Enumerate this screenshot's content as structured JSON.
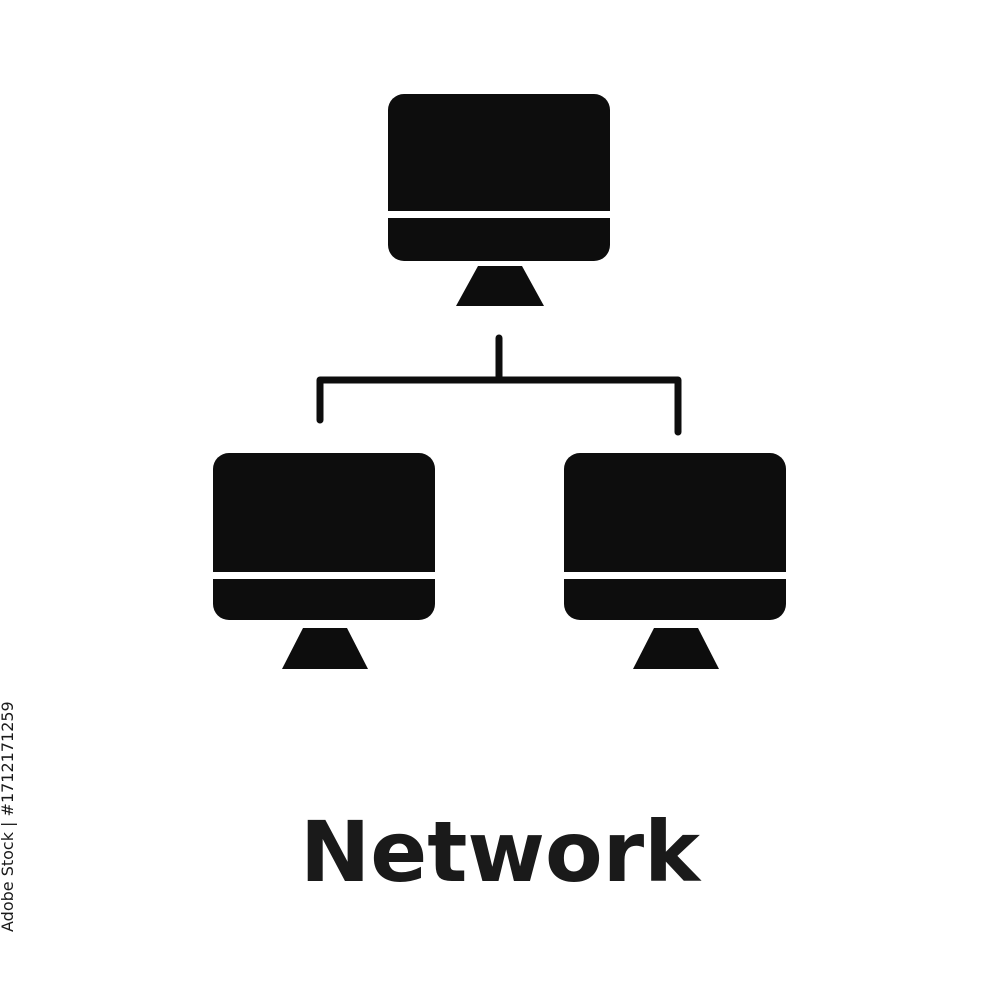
{
  "icon": {
    "name": "network-icon",
    "fill_color": "#0d0d0d",
    "background_color": "#ffffff",
    "gap_color": "#ffffff",
    "nodes": [
      {
        "name": "monitor-icon-top"
      },
      {
        "name": "monitor-icon-left"
      },
      {
        "name": "monitor-icon-right"
      }
    ]
  },
  "caption": {
    "text": "Network",
    "color": "#1a1a1a"
  },
  "stock_id": {
    "text": "Adobe Stock | #1712171259",
    "color": "#1a1a1a"
  }
}
